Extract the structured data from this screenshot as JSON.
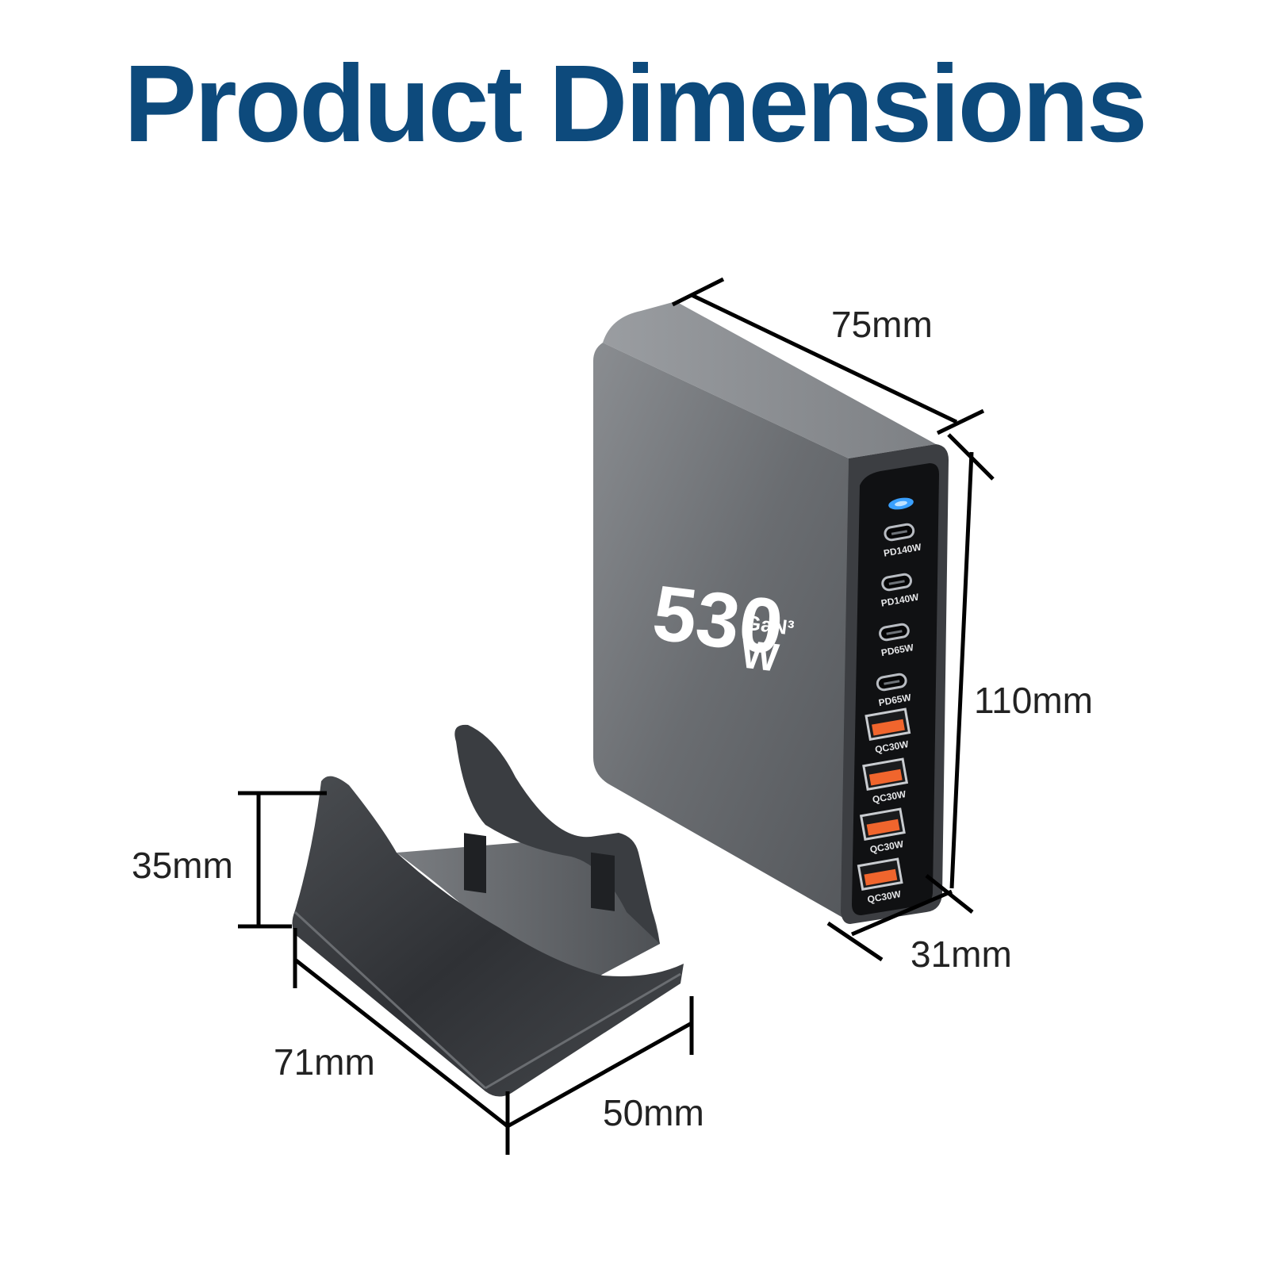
{
  "title": "Product Dimensions",
  "charger": {
    "brand_number": "530",
    "brand_tech": "GaN³",
    "brand_unit": "W",
    "ports": [
      {
        "type": "usb-c",
        "label": "PD140W"
      },
      {
        "type": "usb-c",
        "label": "PD140W"
      },
      {
        "type": "usb-c",
        "label": "PD65W"
      },
      {
        "type": "usb-c",
        "label": "PD65W"
      },
      {
        "type": "usb-a",
        "label": "QC30W"
      },
      {
        "type": "usb-a",
        "label": "QC30W"
      },
      {
        "type": "usb-a",
        "label": "QC30W"
      },
      {
        "type": "usb-a",
        "label": "QC30W"
      }
    ]
  },
  "dimensions": {
    "width": "75mm",
    "height": "110mm",
    "depth": "31mm",
    "stand_height": "35mm",
    "stand_length": "71mm",
    "stand_width": "50mm"
  },
  "colors": {
    "title": "#0d4a7c",
    "body": "#6e7175",
    "front": "#101113",
    "led": "#3aa0ff",
    "usb_a": "#f0652d"
  }
}
